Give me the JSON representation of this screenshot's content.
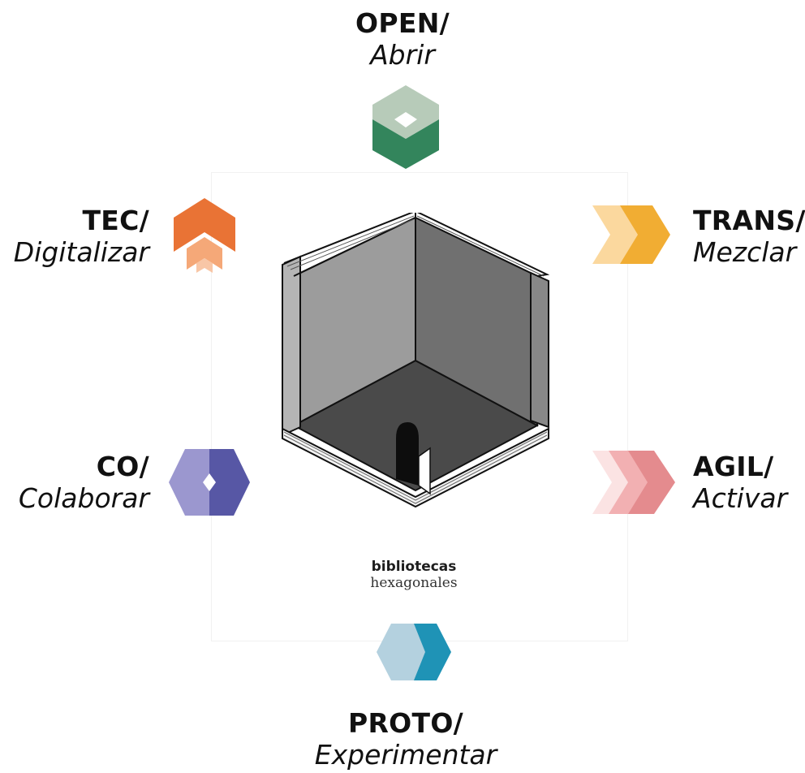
{
  "concepts": {
    "open": {
      "title": "OPEN/",
      "subtitle": "Abrir",
      "icon": "hexagon-cube-icon",
      "colors": [
        "#b7cbb9",
        "#33855c"
      ]
    },
    "trans": {
      "title": "TRANS/",
      "subtitle": "Mezclar",
      "icon": "cross-arrows-icon",
      "colors": [
        "#fbd89e",
        "#f1ad33"
      ]
    },
    "agil": {
      "title": "AGIL/",
      "subtitle": "Activar",
      "icon": "chevrons-right-icon",
      "colors": [
        "#f7d3d4",
        "#e48b8e"
      ]
    },
    "proto": {
      "title": "PROTO/",
      "subtitle": "Experimentar",
      "icon": "split-hexagon-icon",
      "colors": [
        "#b4d1df",
        "#1f93b6"
      ]
    },
    "co": {
      "title": "CO/",
      "subtitle": "Colaborar",
      "icon": "diamond-hexagon-icon",
      "colors": [
        "#9b97cf",
        "#5757a5"
      ]
    },
    "tec": {
      "title": "TEC/",
      "subtitle": "Digitalizar",
      "icon": "chevrons-up-icon",
      "colors": [
        "#f5a878",
        "#e97335"
      ]
    }
  },
  "center": {
    "illustration": "hexagonal-book-room-icon"
  },
  "brand": {
    "line1": "bibliotecas",
    "line2": "hexagonales"
  }
}
